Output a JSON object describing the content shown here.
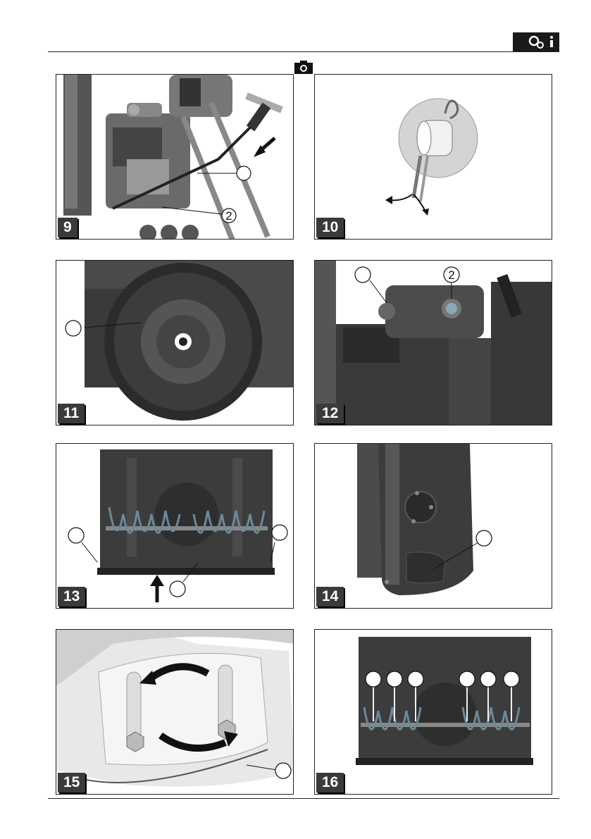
{
  "header": {
    "badge_icon": "gears-info-icon"
  },
  "figures": [
    {
      "number": "9",
      "callouts": [
        "",
        "2"
      ]
    },
    {
      "number": "10",
      "callouts": []
    },
    {
      "number": "11",
      "callouts": [
        ""
      ]
    },
    {
      "number": "12",
      "callouts": [
        "",
        "2"
      ]
    },
    {
      "number": "13",
      "callouts": [
        "",
        "",
        ""
      ]
    },
    {
      "number": "14",
      "callouts": [
        ""
      ]
    },
    {
      "number": "15",
      "callouts": [
        ""
      ]
    },
    {
      "number": "16",
      "callouts": [
        "",
        "",
        "",
        "",
        "",
        ""
      ]
    }
  ]
}
